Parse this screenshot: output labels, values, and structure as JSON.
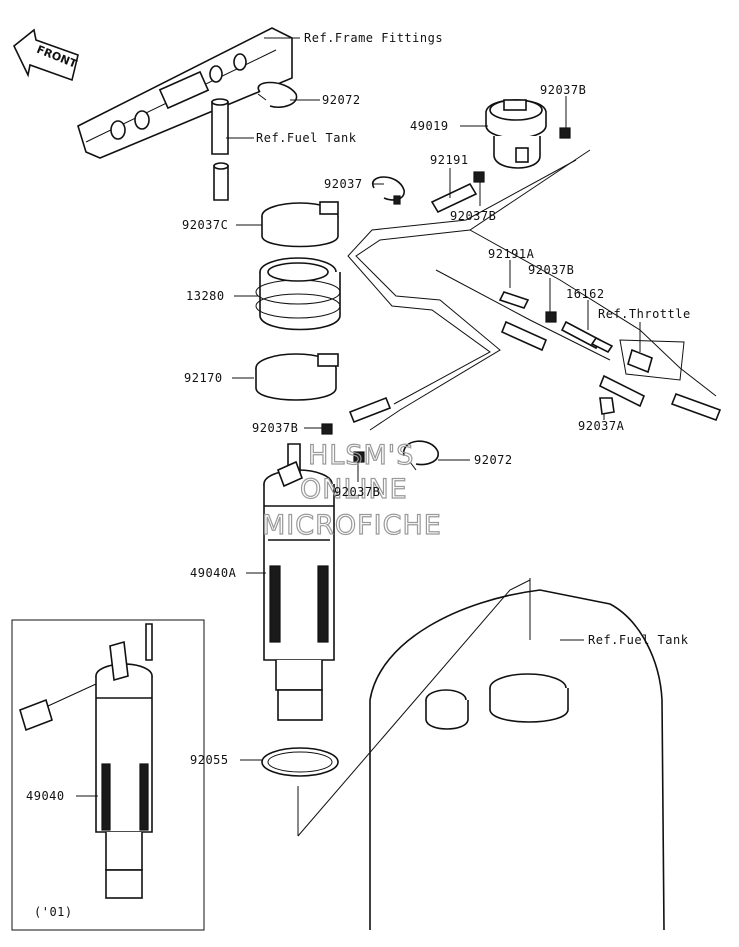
{
  "labels": {
    "front": "FRONT",
    "ref_frame_fittings": "Ref.Frame Fittings",
    "p92072_top": "92072",
    "ref_fuel_tank_top": "Ref.Fuel Tank",
    "p92037": "92037",
    "p92037c": "92037C",
    "p13280": "13280",
    "p92170": "92170",
    "p49019": "49019",
    "p92037b_top": "92037B",
    "p92191": "92191",
    "p92037b_mid": "92037B",
    "p92191a": "92191A",
    "p92037b_right": "92037B",
    "p16162": "16162",
    "ref_throttle": "Ref.Throttle",
    "p92037a": "92037A",
    "p92037b_left": "92037B",
    "p92072_low": "92072",
    "p92037b_center": "92037B",
    "p49040a": "49040A",
    "ref_fuel_tank_bottom": "Ref.Fuel Tank",
    "p92055": "92055",
    "p49040": "49040",
    "year_note": "('01)"
  },
  "watermark": {
    "line1": "HLSM'S",
    "line2": "ONLINE",
    "line3": "MICROFICHE"
  }
}
